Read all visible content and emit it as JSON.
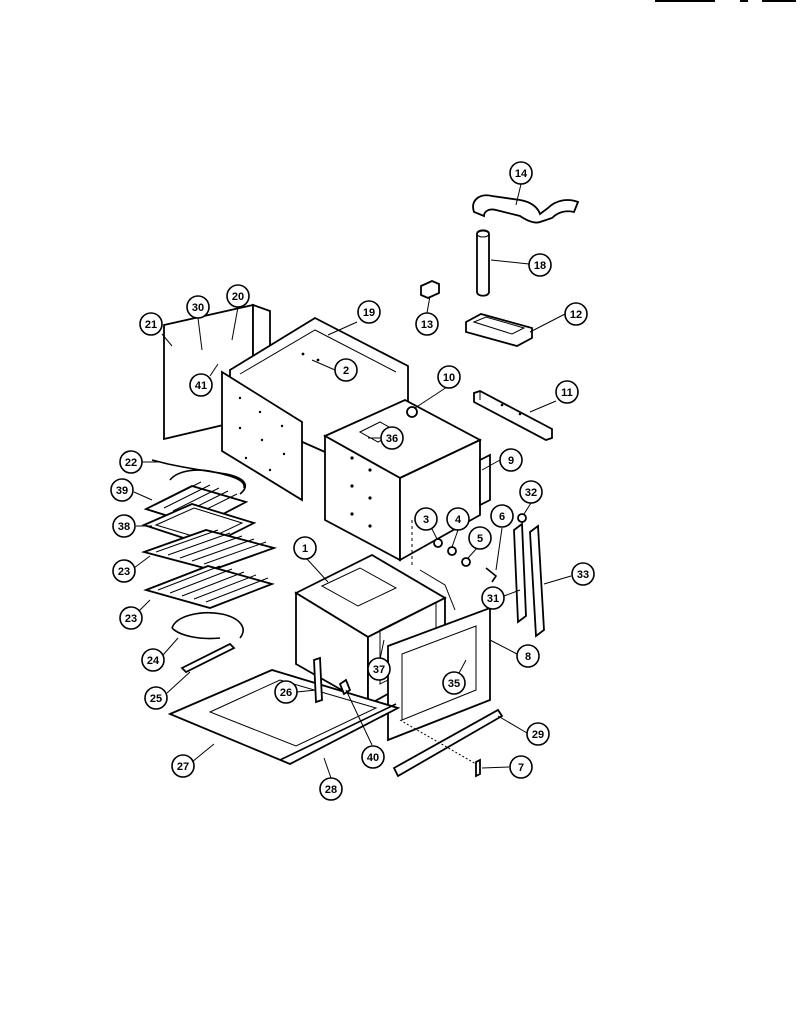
{
  "diagram": {
    "callouts": [
      {
        "id": "c14",
        "label": "14"
      },
      {
        "id": "c18",
        "label": "18"
      },
      {
        "id": "c12",
        "label": "12"
      },
      {
        "id": "c13",
        "label": "13"
      },
      {
        "id": "c21",
        "label": "21"
      },
      {
        "id": "c30",
        "label": "30"
      },
      {
        "id": "c20",
        "label": "20"
      },
      {
        "id": "c19",
        "label": "19"
      },
      {
        "id": "c2",
        "label": "2"
      },
      {
        "id": "c41",
        "label": "41"
      },
      {
        "id": "c10",
        "label": "10"
      },
      {
        "id": "c11",
        "label": "11"
      },
      {
        "id": "c36",
        "label": "36"
      },
      {
        "id": "c22",
        "label": "22"
      },
      {
        "id": "c9",
        "label": "9"
      },
      {
        "id": "c39",
        "label": "39"
      },
      {
        "id": "c32",
        "label": "32"
      },
      {
        "id": "c38",
        "label": "38"
      },
      {
        "id": "c3",
        "label": "3"
      },
      {
        "id": "c4",
        "label": "4"
      },
      {
        "id": "c6",
        "label": "6"
      },
      {
        "id": "c5",
        "label": "5"
      },
      {
        "id": "c1",
        "label": "1"
      },
      {
        "id": "c23a",
        "label": "23"
      },
      {
        "id": "c33",
        "label": "33"
      },
      {
        "id": "c31",
        "label": "31"
      },
      {
        "id": "c23b",
        "label": "23"
      },
      {
        "id": "c8",
        "label": "8"
      },
      {
        "id": "c24",
        "label": "24"
      },
      {
        "id": "c37",
        "label": "37"
      },
      {
        "id": "c35",
        "label": "35"
      },
      {
        "id": "c25",
        "label": "25"
      },
      {
        "id": "c26",
        "label": "26"
      },
      {
        "id": "c29",
        "label": "29"
      },
      {
        "id": "c40",
        "label": "40"
      },
      {
        "id": "c27",
        "label": "27"
      },
      {
        "id": "c7",
        "label": "7"
      },
      {
        "id": "c28",
        "label": "28"
      }
    ]
  }
}
